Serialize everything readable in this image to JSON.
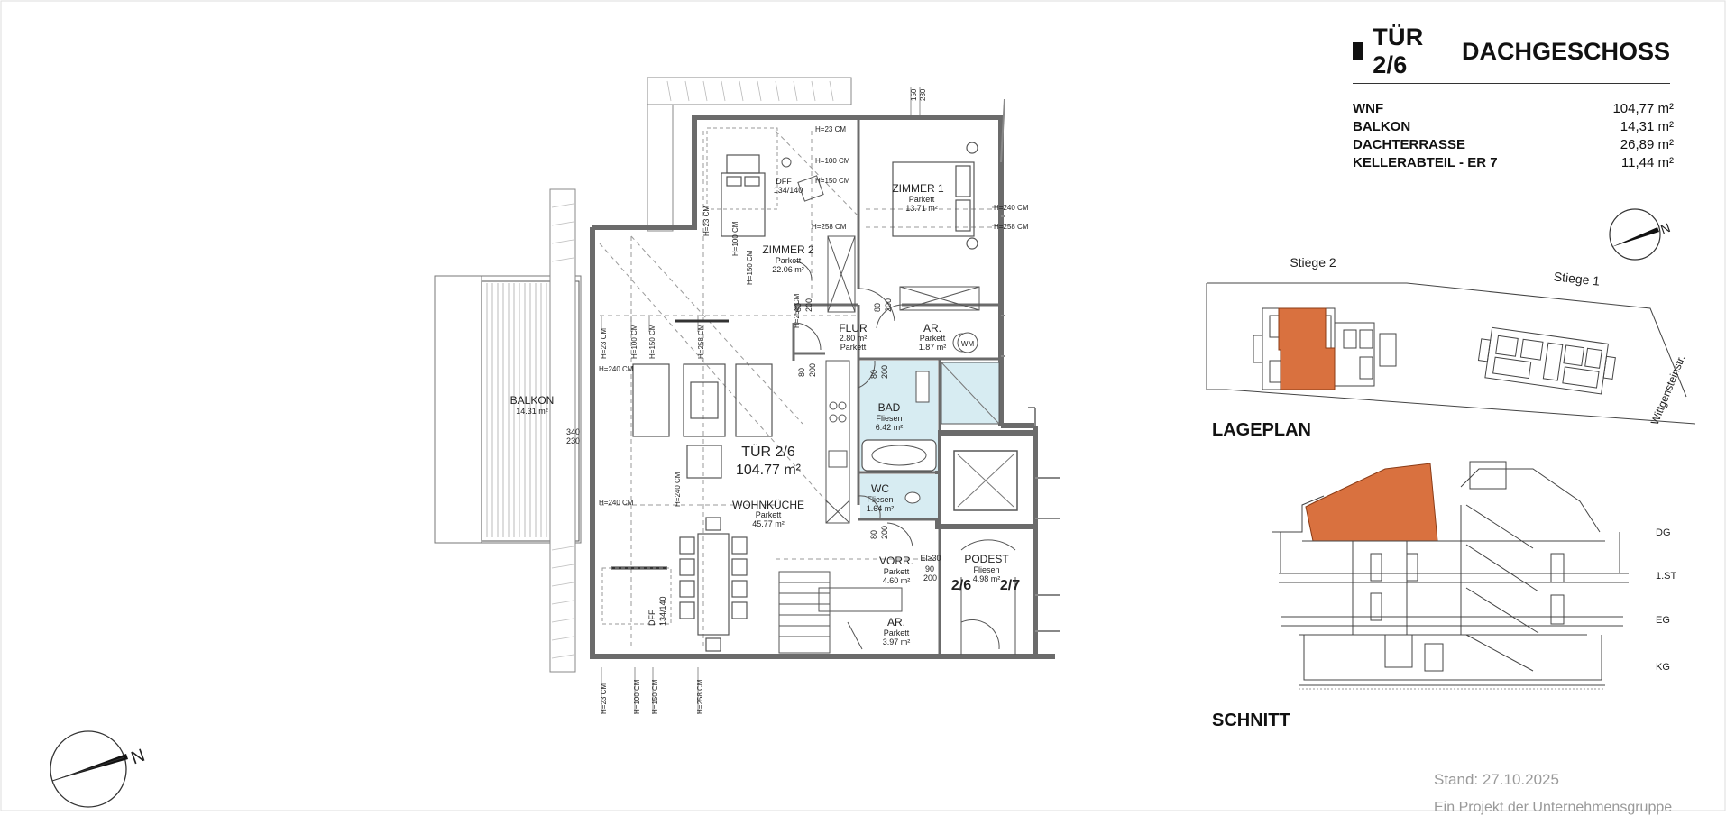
{
  "header": {
    "unit": "TÜR 2/6",
    "floor": "DACHGESCHOSS"
  },
  "areas": [
    {
      "label": "WNF",
      "value": "104,77 m²"
    },
    {
      "label": "BALKON",
      "value": "14,31 m²"
    },
    {
      "label": "DACHTERRASSE",
      "value": "26,89 m²"
    },
    {
      "label": "KELLERABTEIL - ER 7",
      "value": "11,44 m²"
    }
  ],
  "compass_letter": "N",
  "rooms": {
    "zimmer1": {
      "name": "ZIMMER 1",
      "floor": "Parkett",
      "area": "13.71 m²"
    },
    "zimmer2": {
      "name": "ZIMMER 2",
      "floor": "Parkett",
      "area": "22.06 m²"
    },
    "flur": {
      "name": "FLUR",
      "area": "2.80 m²",
      "floor": "Parkett"
    },
    "ar1": {
      "name": "AR.",
      "floor": "Parkett",
      "area": "1.87 m²"
    },
    "bad": {
      "name": "BAD",
      "floor": "Fliesen",
      "area": "6.42 m²"
    },
    "wc": {
      "name": "WC",
      "floor": "Fliesen",
      "area": "1.64 m²"
    },
    "wohnkueche": {
      "name": "WOHNKÜCHE",
      "floor": "Parkett",
      "area": "45.77 m²"
    },
    "vorr": {
      "name": "VORR.",
      "floor": "Parkett",
      "area": "4.60 m²"
    },
    "podest": {
      "name": "PODEST",
      "floor": "Fliesen",
      "area": "4.98 m²"
    },
    "ar2": {
      "name": "AR.",
      "floor": "Parkett",
      "area": "3.97 m²"
    },
    "balkon": {
      "name": "BALKON",
      "area": "14.31 m²"
    }
  },
  "unit_center": {
    "name": "TÜR 2/6",
    "area": "104.77 m²"
  },
  "door_numbers": {
    "left": "2/6",
    "right": "2/7"
  },
  "wm_label": "WM",
  "el_label": "El≥30",
  "dff_top": {
    "name": "DFF",
    "size": "134/140"
  },
  "dff_bottom": {
    "name": "DFF",
    "size": "134/140"
  },
  "heights": {
    "h23": "H=23 CM",
    "h100": "H=100 CM",
    "h150": "H=150 CM",
    "h240": "H=240 CM",
    "h258": "H=258 CM",
    "h258b": "H=258 CM"
  },
  "dims": {
    "d80": "80",
    "d200": "200",
    "d90": "90",
    "d150": "150",
    "d230": "230",
    "d340": "340"
  },
  "lageplan": {
    "title": "LAGEPLAN",
    "stiege2": "Stiege 2",
    "stiege1": "Stiege 1",
    "street": "Wittgensteinstr."
  },
  "schnitt": {
    "title": "SCHNITT",
    "levels": [
      "DG",
      "1.ST",
      "EG",
      "KG"
    ]
  },
  "footer": {
    "stand": "Stand: 27.10.2025",
    "projekt": "Ein Projekt der Unternehmensgruppe"
  },
  "colors": {
    "highlight": "#d9713f",
    "wall": "#6b6b6b",
    "tile": "#d7ecf2"
  }
}
